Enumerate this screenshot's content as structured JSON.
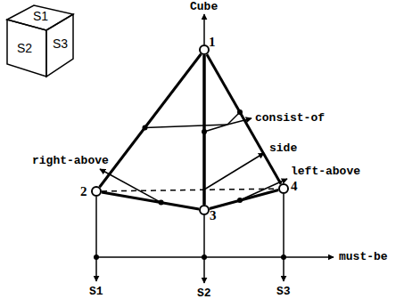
{
  "diagram": {
    "nodes": [
      {
        "text": [
          "1"
        ]
      },
      {
        "text": [
          "2"
        ]
      },
      {
        "text": [
          "3"
        ]
      },
      {
        "text": [
          "4"
        ]
      }
    ],
    "edges": [
      {
        "from": 0,
        "to": 1,
        "arrow": "none"
      },
      {
        "from": 0,
        "to": 2,
        "arrow": "none"
      },
      {
        "from": 0,
        "to": 3,
        "arrow": "none"
      },
      {
        "from": 1,
        "to": 2,
        "arrow": "none"
      },
      {
        "from": 2,
        "to": 3,
        "arrow": "none"
      },
      {
        "from": 1,
        "to": 3,
        "arrow": "none"
      }
    ],
    "labels": [
      "S1",
      "S2",
      "S3",
      "Cube",
      "consist-of",
      "side",
      "right-above",
      "left-above",
      "must-be",
      "S1",
      "S2",
      "S3"
    ]
  }
}
